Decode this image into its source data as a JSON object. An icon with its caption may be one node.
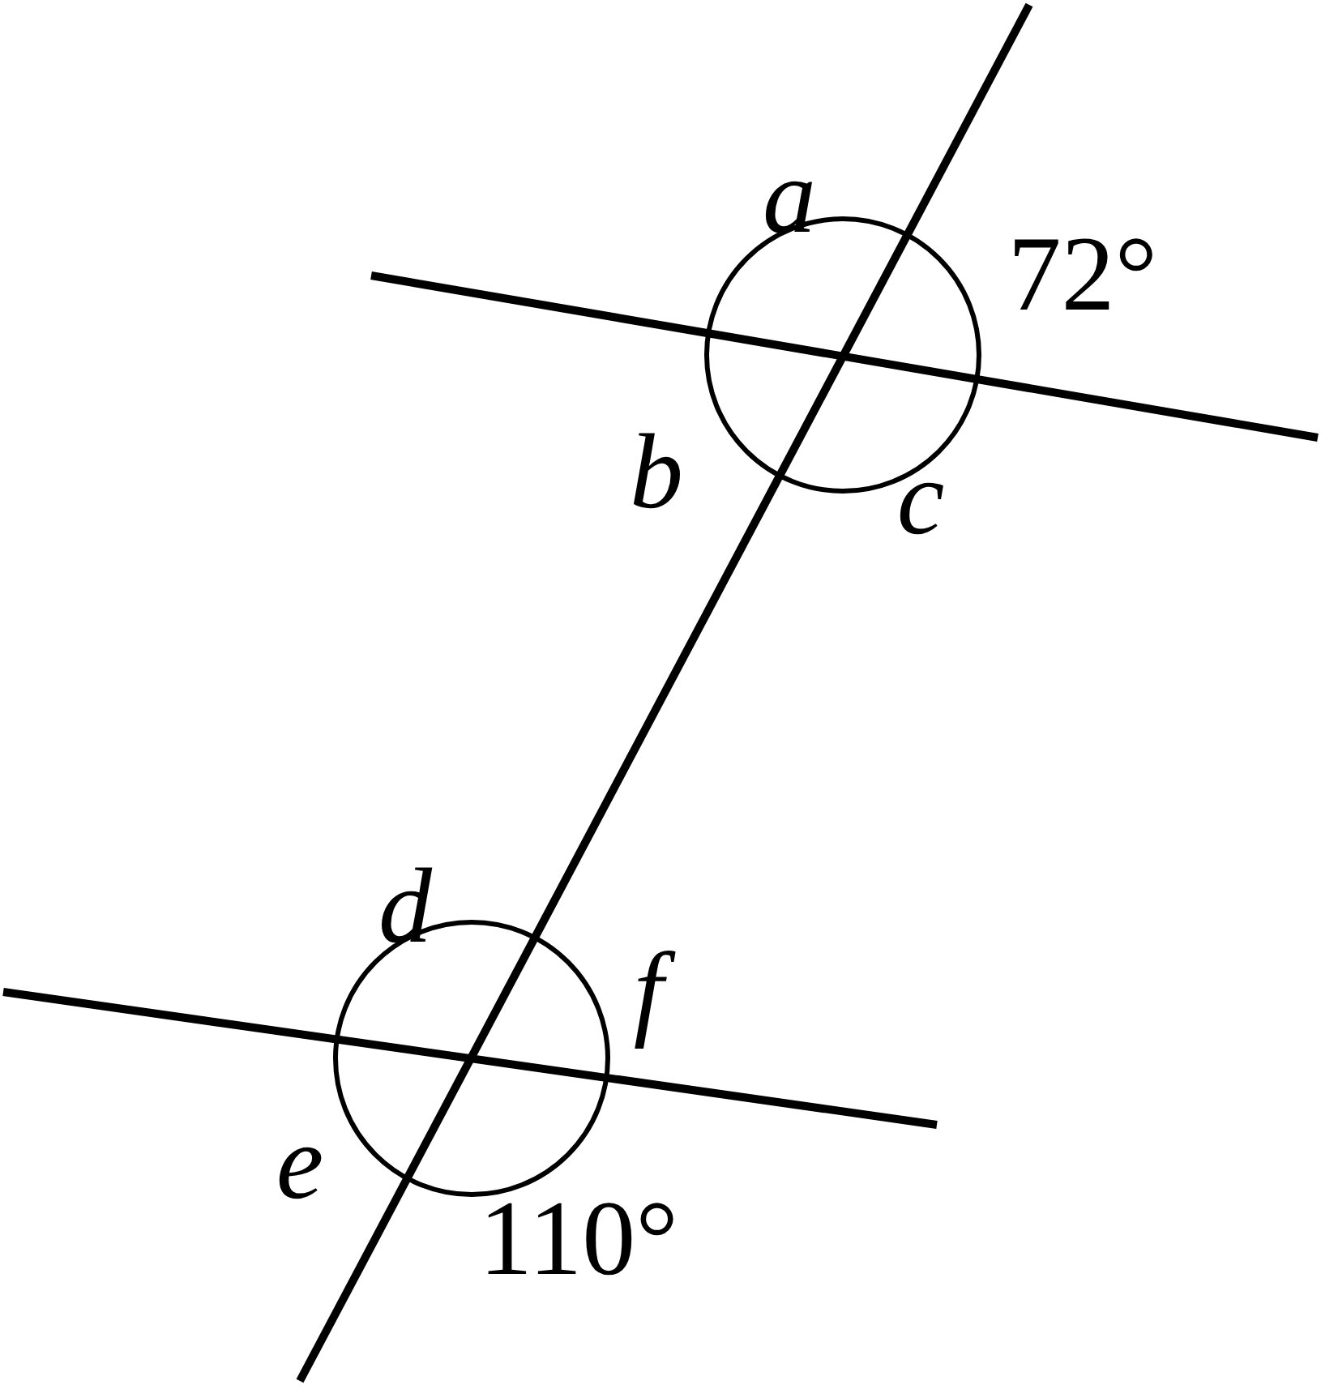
{
  "diagram": {
    "labels": [
      "a",
      "72°",
      "b",
      "c",
      "d",
      "f",
      "e",
      "110°"
    ]
  }
}
